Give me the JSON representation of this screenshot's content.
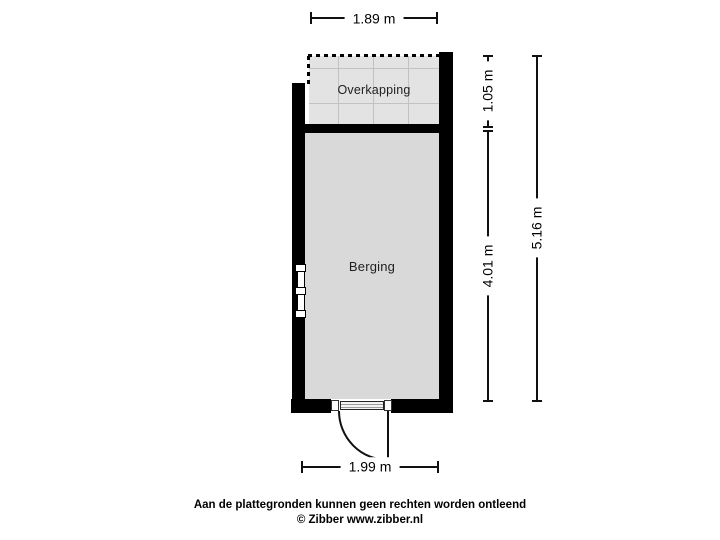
{
  "plan": {
    "rooms": [
      {
        "id": "overkapping",
        "label": "Overkapping"
      },
      {
        "id": "berging",
        "label": "Berging"
      }
    ],
    "dimensions": {
      "top_width": "1.89 m",
      "bottom_width": "1.99 m",
      "right_upper": "1.05 m",
      "right_lower": "4.01 m",
      "right_total": "5.16 m"
    },
    "colors": {
      "wall": "#000000",
      "room_fill": "#d9d9d9",
      "overkapping_fill": "#e3e3e3",
      "grid_line": "#c2c2c2",
      "dimension_line": "#111111",
      "label_bg": "#ffffff",
      "label_text": "#000000",
      "background": "#ffffff"
    }
  },
  "footer": {
    "disclaimer": "Aan de plattegronden kunnen geen rechten worden ontleend",
    "copyright": "© Zibber www.zibber.nl"
  }
}
